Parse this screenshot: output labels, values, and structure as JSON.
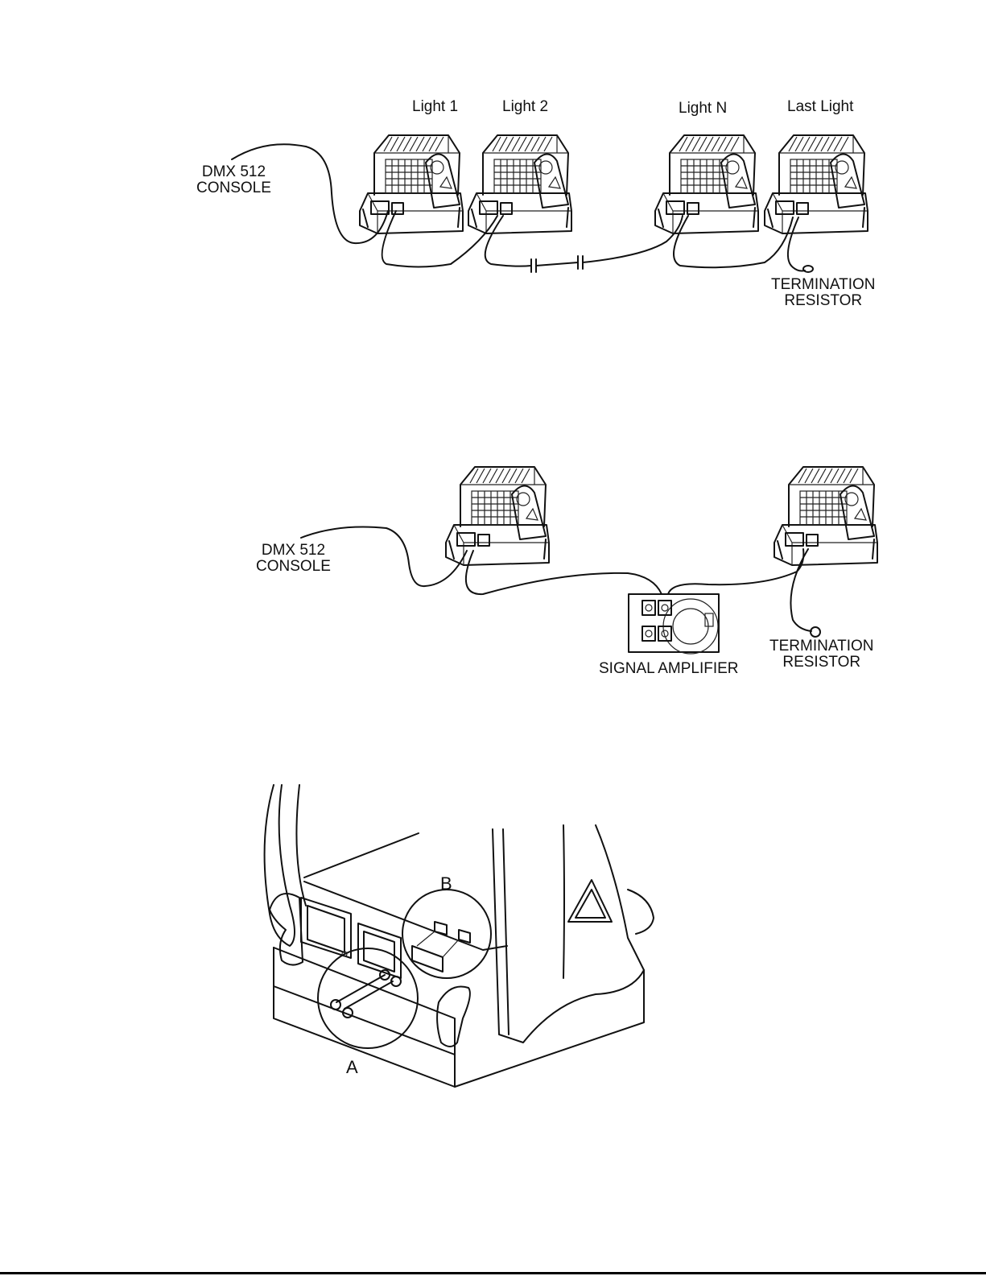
{
  "diagram1": {
    "labels": {
      "light1": "Light 1",
      "light2": "Light 2",
      "lightN": "Light N",
      "lastLight": "Last Light",
      "console_line1": "DMX 512",
      "console_line2": "CONSOLE",
      "resistor_line1": "TERMINATION",
      "resistor_line2": "RESISTOR"
    }
  },
  "diagram2": {
    "labels": {
      "console_line1": "DMX 512",
      "console_line2": "CONSOLE",
      "amplifier": "SIGNAL AMPLIFIER",
      "resistor_line1": "TERMINATION",
      "resistor_line2": "RESISTOR"
    }
  },
  "diagram3": {
    "labels": {
      "detailA": "A",
      "detailB": "B"
    }
  },
  "icons": {
    "fixture": "moving-head-light-icon",
    "amplifier": "signal-amplifier-icon",
    "resistor": "termination-resistor-icon"
  }
}
